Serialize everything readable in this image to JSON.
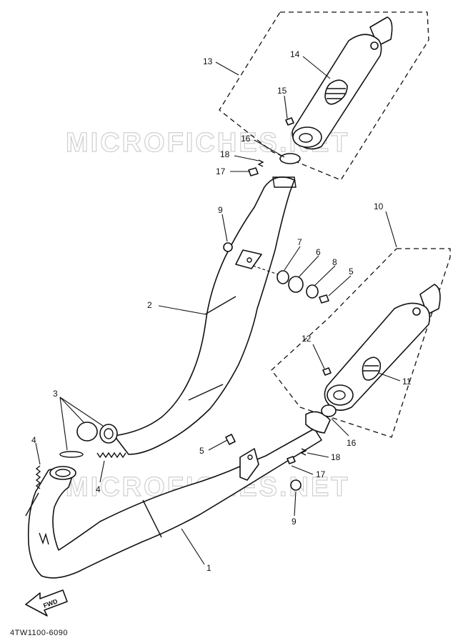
{
  "watermark": "MICROFICHES.NET",
  "diagram_code": "4TW1100-6090",
  "fwd_label": "FWD",
  "callouts": [
    {
      "id": "13",
      "label": "13"
    },
    {
      "id": "14",
      "label": "14"
    },
    {
      "id": "15",
      "label": "15"
    },
    {
      "id": "16a",
      "label": "16"
    },
    {
      "id": "18a",
      "label": "18"
    },
    {
      "id": "17a",
      "label": "17"
    },
    {
      "id": "9a",
      "label": "9"
    },
    {
      "id": "10",
      "label": "10"
    },
    {
      "id": "7",
      "label": "7"
    },
    {
      "id": "6",
      "label": "6"
    },
    {
      "id": "8",
      "label": "8"
    },
    {
      "id": "5a",
      "label": "5"
    },
    {
      "id": "2",
      "label": "2"
    },
    {
      "id": "12",
      "label": "12"
    },
    {
      "id": "11",
      "label": "11"
    },
    {
      "id": "3",
      "label": "3"
    },
    {
      "id": "16b",
      "label": "16"
    },
    {
      "id": "4a",
      "label": "4"
    },
    {
      "id": "5b",
      "label": "5"
    },
    {
      "id": "18b",
      "label": "18"
    },
    {
      "id": "4b",
      "label": "4"
    },
    {
      "id": "17b",
      "label": "17"
    },
    {
      "id": "9b",
      "label": "9"
    },
    {
      "id": "1",
      "label": "1"
    }
  ]
}
